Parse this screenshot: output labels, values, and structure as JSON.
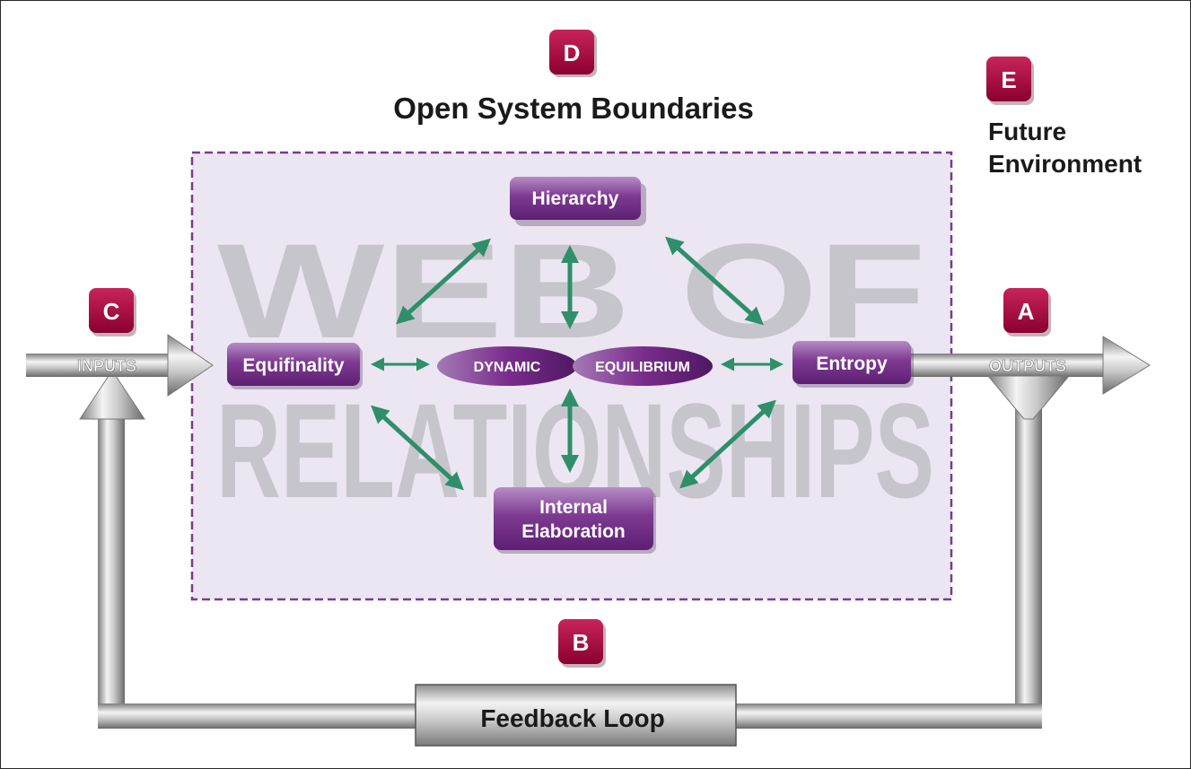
{
  "title": "Open System Boundaries",
  "watermark": {
    "line1": "WEB OF",
    "line2": "RELATIONSHIPS"
  },
  "markers": {
    "a": "A",
    "b": "B",
    "c": "C",
    "d": "D",
    "e": "E"
  },
  "future_environment": {
    "line1": "Future",
    "line2": "Environment"
  },
  "nodes": {
    "hierarchy": "Hierarchy",
    "equifinality": "Equifinality",
    "entropy": "Entropy",
    "internal_elaboration_line1": "Internal",
    "internal_elaboration_line2": "Elaboration",
    "dynamic": "DYNAMIC",
    "equilibrium": "EQUILIBRIUM"
  },
  "flow": {
    "inputs": "INPUTS",
    "outputs": "OUTPUTS",
    "feedback_loop": "Feedback Loop"
  },
  "colors": {
    "marker": "#a3003c",
    "node_purple": "#7a2d8c",
    "boundary_dash": "#7a3c8c",
    "boundary_fill": "#ebe6f1",
    "arrow_green": "#2e8f6a",
    "watermark": "#c7c5cc",
    "pipe_gray": "#9a9a9a"
  }
}
